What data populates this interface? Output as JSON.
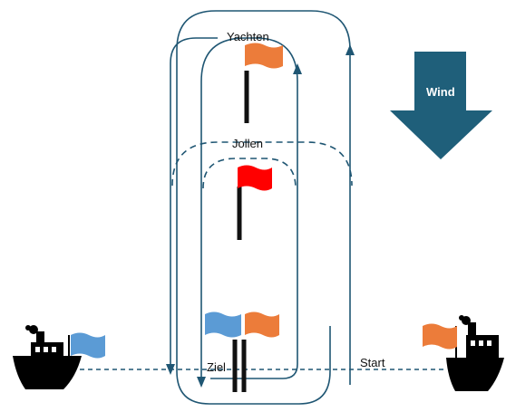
{
  "labels": {
    "yachten": "Yachten",
    "jollen": "Jollen",
    "wind": "Wind",
    "ziel": "Ziel",
    "start": "Start"
  },
  "colors": {
    "course_line": "#1f5673",
    "wind_arrow": "#1f5f7a",
    "wind_text": "#ffffff",
    "flag_orange": "#ec7c3a",
    "flag_red": "#ff0000",
    "flag_blue": "#5b9bd5",
    "pole": "#111111",
    "boat": "#000000",
    "label_text": "#111111"
  },
  "icons": {
    "left_boat": "steamboat-icon",
    "right_boat": "steamboat-icon"
  }
}
